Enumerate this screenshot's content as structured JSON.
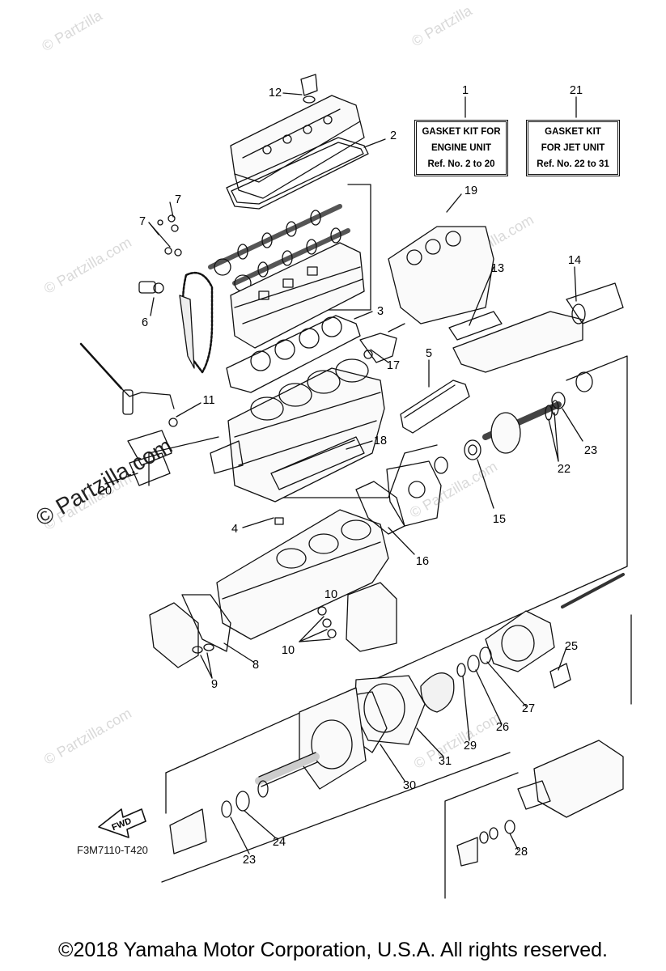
{
  "watermarks": [
    "© Partzilla",
    "© Partzilla",
    "© Partzilla.com",
    "© Partzilla.com",
    "© Partzilla.com",
    "© Partzilla.com",
    "© Partzilla.com",
    "© Partzilla.com",
    "© Partzilla.com"
  ],
  "watermark_main": "© Partzilla.com",
  "kits": [
    {
      "ref": "1",
      "lines": [
        "GASKET KIT FOR",
        "ENGINE UNIT",
        "Ref. No. 2 to 20"
      ]
    },
    {
      "ref": "21",
      "lines": [
        "GASKET KIT",
        "FOR JET UNIT",
        "Ref. No. 22 to 31"
      ]
    }
  ],
  "callouts": [
    "1",
    "2",
    "3",
    "4",
    "5",
    "6",
    "7",
    "7",
    "8",
    "9",
    "10",
    "10",
    "11",
    "12",
    "13",
    "14",
    "15",
    "16",
    "17",
    "18",
    "19",
    "20",
    "21",
    "22",
    "23",
    "23",
    "24",
    "25",
    "26",
    "27",
    "28",
    "29",
    "30",
    "31"
  ],
  "fwd_label": "FWD",
  "figure_code": "F3M7110-T420",
  "copyright": "©2018  Yamaha Motor Corporation, U.S.A. All rights reserved."
}
